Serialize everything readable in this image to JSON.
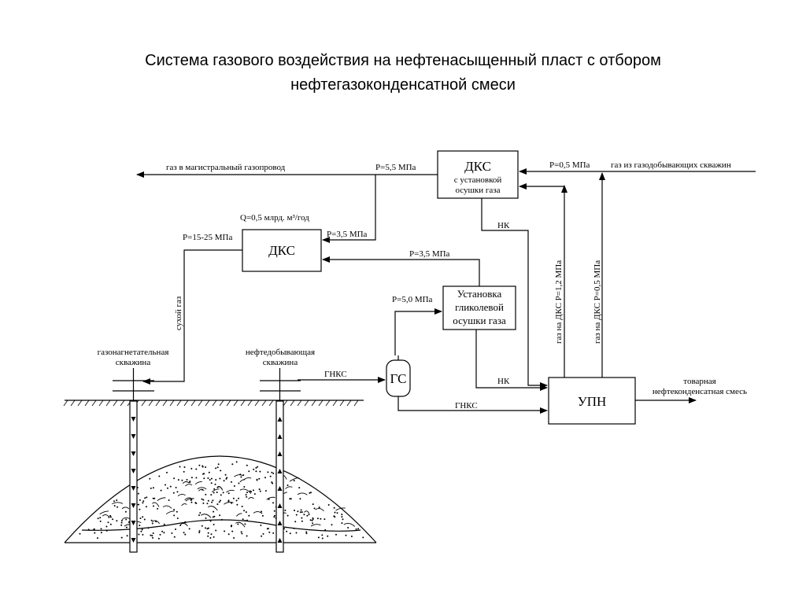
{
  "title": {
    "line1": "Система газового воздействия на нефтенасыщенный пласт с отбором",
    "line2": "нефтегазоконденсатной смеси"
  },
  "labels": {
    "gas_to_pipeline": "газ в магистральный газопровод",
    "p_5_5": "Р=5,5 МПа",
    "p_0_5_top": "Р=0,5 МПа",
    "gas_from_wells": "газ из газодобывающих скважин",
    "q_rate": "Q=0,5 млрд. м³/год",
    "p_15_25": "Р=15-25 МПа",
    "p_3_5_a": "Р=3,5 МПа",
    "p_3_5_b": "Р=3,5 МПа",
    "p_5_0": "Р=5,0 МПа",
    "nk_top": "НК",
    "nk_bottom": "НК",
    "dry_gas": "сухой газ",
    "gas_to_dks_1_2": "газ на ДКС   Р=1,2 МПа",
    "gas_to_dks_0_5": "газ на ДКС   Р=0,5 МПа",
    "injection_well_1": "газонагнетательная",
    "injection_well_2": "скважина",
    "production_well_1": "нефтедобывающая",
    "production_well_2": "скважина",
    "gnks_top": "ГНКС",
    "gnks_bottom": "ГНКС",
    "commercial_1": "товарная",
    "commercial_2": "нефтеконденсатная смесь"
  },
  "boxes": {
    "dks_top": {
      "title": "ДКС",
      "line1": "с установкой",
      "line2": "осушки газа"
    },
    "dks_mid": {
      "title": "ДКС"
    },
    "glycol": {
      "line1": "Установка",
      "line2": "гликолевой",
      "line3": "осушки газа"
    },
    "gs": {
      "title": "ГС"
    },
    "upn": {
      "title": "УПН"
    }
  }
}
